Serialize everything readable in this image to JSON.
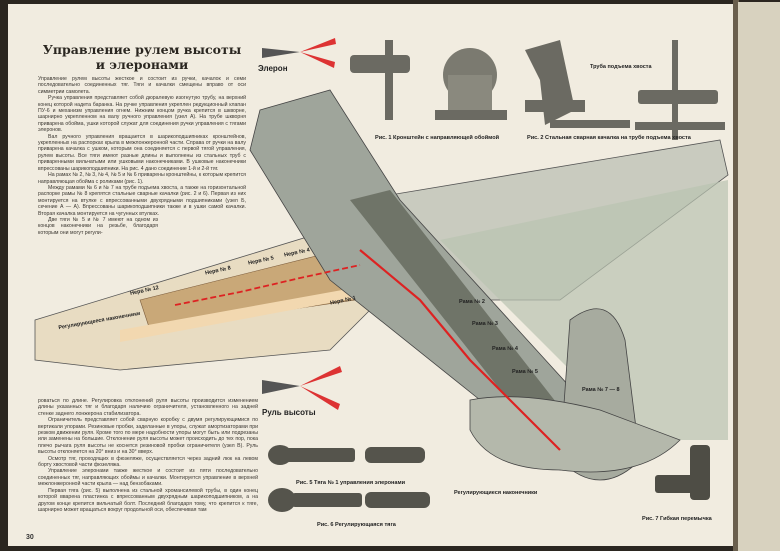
{
  "title_line1": "Управление рулем высоты",
  "title_line2": "и элеронами",
  "text_top": [
    "Управление рулем высоты жесткое и состоит из ручки, качалок и семи последовательно соединенных тяг. Тяги и качалки смещены вправо от оси симметрии самолета.",
    "Ручка управления представляет собой дюралевую изогнутую трубу, на верхний конец которой надета баранка. На ручке управления укреплен редукционный клапан ПУ-6 и механизм управления огнем. Нижним концом ручка крепится в шкворне, шарнирно укрепленном на валу ручного управления (узел А). На трубе шкворня приварена обойма, ушки которой служат для соединения ручки управления с тягами элеронов.",
    "Вал ручного управления вращается в шарикоподшипниках кронштейнов, укрепленных на распорках крыла в межлонжеронной части. Справа от ручки на валу приварена качалка с ушком, которым она соединяется с первой тягой управления, рулем высоты. Все тяги имеют разные длины и выполнены из стальных труб с приваренными вильчатыми или ушковыми наконечниками. В ушковые наконечники впрессованы шарикоподшипники. На рис. 4 дано соединение 1-й и 2-й тяг.",
    "На рамах № 2, № 3, № 4, № 5 и № 6 приварены кронштейны, к которым крепится направляющая обойма с роликами (рис. 1).",
    "Между рамами № 6 и № 7 на трубе подъема хвоста, а также на горизонтальной распорке рамы № 8 крепятся стальные сварные качалки (рис. 2 и 6). Первая из них монтируется на втулке с впрессованными двухрядными подшипниками (узел Б, сечение А — А). Впрессованы шарикоподшипники также и в ушки самой качалки. Вторая качалка монтируется на чугунных втулках.",
    "Две тяги № 5 и № 7 имеют на одном из концов наконечники на резьбе, благодаря которым они могут регули-"
  ],
  "text_bottom": [
    "роваться по длине. Регулировка отклонений руля высоты производится изменением длины указанных тяг и благодаря наличию ограничителя, установленного на задней стенке заднего лонжерона стабилизатора.",
    "Ограничитель представляет собой сварную коробку с двумя регулирующимися по вертикали упорами. Резиновые пробки, заделанные в упоры, служат амортизаторами при резком движении руля. Кроме того по мере надобности упоры могут быть или подрезаны или заменены на большие. Отклонение руля высоты может происходить до тех пор, пока плечо рычага руля высоты не коснется резиновой пробки ограничителя (узел В). Руль высоты отклоняется на 20° вниз и на 30° вверх.",
    "Осмотр тяг, проходящих в фюзеляже, осуществляется через задний люк на левом борту хвостовой части фюзеляжа.",
    "Управление элеронами также жесткое и состоит из пяти последовательно соединенных тяг, направляющих обоймы и качалки. Монтируется управление в верхней межлонжеронной части крыла — над бензобаками.",
    "Первая тяга (рис. 5) выполнена из стальной хромансилевой трубы, в один конец которой вварена пластинка с впрессованным двухрядным шарикоподшипником, а на другом конце крепится вильчатый болт. Последний благодаря тому, что крепится к тяге, шарнирно может вращаться вокруг продольной оси, обеспечивая там"
  ],
  "labels": {
    "aileron": "Элерон",
    "elevator": "Руль высоты",
    "tail_tube": "Труба подъема хвоста",
    "rib12": "Нерв № 12",
    "rib8": "Нерв № 8",
    "rib5": "Нерв № 5",
    "rib4": "Нерв № 4",
    "rib1": "Нерв № 1",
    "adj_tip_wing": "Регулирующееся наконечники",
    "frame2": "Рама № 2",
    "frame3": "Рама № 3",
    "frame4": "Рама № 4",
    "frame5": "Рама № 5",
    "frame78": "Рама № 7 — 8",
    "adj_tips_tail": "Регулирующиеся наконечники"
  },
  "captions": {
    "fig1": "Рис. 1 Кронштейн с направляющей обоймой",
    "fig2": "Рис. 2 Стальная сварная качалка на трубе подъема хвоста",
    "fig5": "Рис. 5 Тяга № 1 управления элеронами",
    "fig6": "Рис. 6 Регулирующаяся тяга",
    "fig7": "Рис. 7 Гибкая перемычка"
  },
  "page_number": "30"
}
